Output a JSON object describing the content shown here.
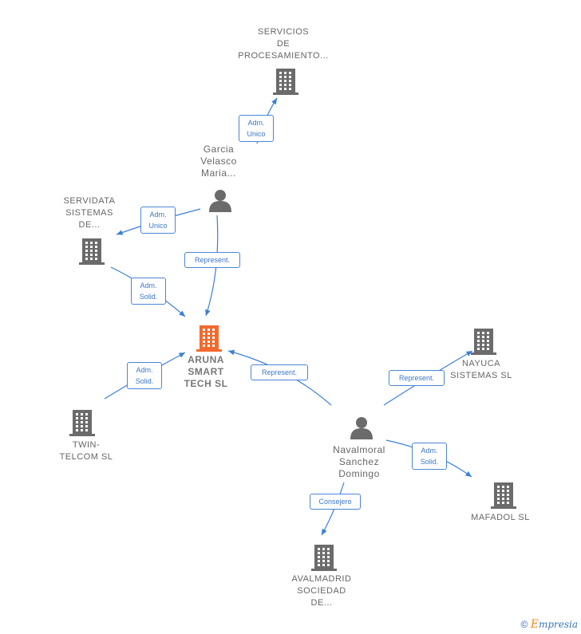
{
  "colors": {
    "edge": "#3b7fd4",
    "building": "#6b6b6b",
    "focus_building": "#f26a2e",
    "person": "#6b6b6b"
  },
  "nodes": [
    {
      "id": "servicios",
      "type": "company",
      "label": "SERVICIOS\nDE\nPROCESAMIENTO..."
    },
    {
      "id": "garcia",
      "type": "person",
      "label": "Garcia\nVelasco\nMaria..."
    },
    {
      "id": "servidata",
      "type": "company",
      "label": "SERVIDATA\nSISTEMAS\nDE..."
    },
    {
      "id": "aruna",
      "type": "focus",
      "label": "ARUNA\nSMART\nTECH SL"
    },
    {
      "id": "twin",
      "type": "company",
      "label": "TWIN-\nTELCOM SL"
    },
    {
      "id": "nayuca",
      "type": "company",
      "label": "NAYUCA\nSISTEMAS SL"
    },
    {
      "id": "navalmoral",
      "type": "person",
      "label": "Navalmoral\nSanchez\nDomingo"
    },
    {
      "id": "mafadol",
      "type": "company",
      "label": "MAFADOL SL"
    },
    {
      "id": "avalmadrid",
      "type": "company",
      "label": "AVALMADRID\nSOCIEDAD\nDE..."
    }
  ],
  "edges": [
    {
      "from": "garcia",
      "to": "servicios",
      "label": "Adm.\nUnico"
    },
    {
      "from": "garcia",
      "to": "servidata",
      "label": "Adm.\nUnico"
    },
    {
      "from": "garcia",
      "to": "aruna",
      "label": "Represent."
    },
    {
      "from": "servidata",
      "to": "aruna",
      "label": "Adm.\nSolid."
    },
    {
      "from": "twin",
      "to": "aruna",
      "label": "Adm.\nSolid."
    },
    {
      "from": "navalmoral",
      "to": "aruna",
      "label": "Represent."
    },
    {
      "from": "navalmoral",
      "to": "nayuca",
      "label": "Represent."
    },
    {
      "from": "navalmoral",
      "to": "mafadol",
      "label": "Adm.\nSolid."
    },
    {
      "from": "navalmoral",
      "to": "avalmadrid",
      "label": "Consejero"
    }
  ],
  "copyright": {
    "symbol": "©",
    "brand_initial": "E",
    "brand_rest": "mpresia"
  }
}
